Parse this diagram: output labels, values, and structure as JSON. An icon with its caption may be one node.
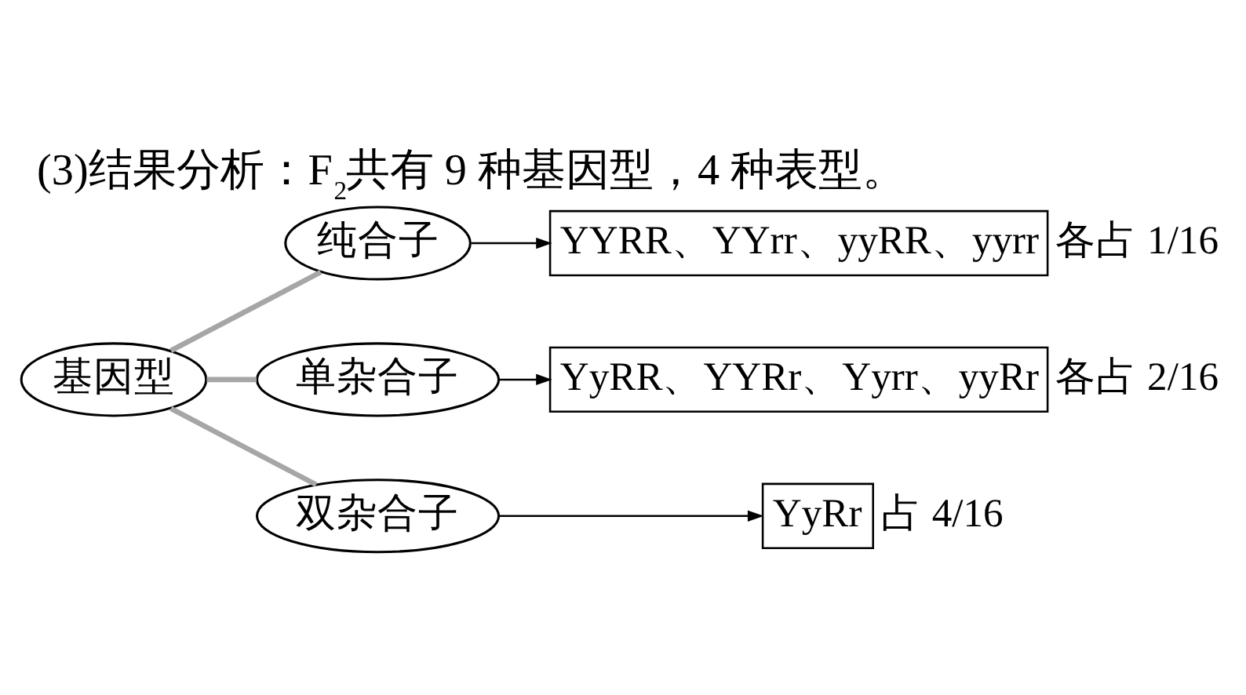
{
  "diagram": {
    "title": "(3)结果分析：F$_{2}$共有 9 种基因型，4 种表型。",
    "nodes": [
      {
        "text": [
          "基因型"
        ]
      },
      {
        "text": [
          "纯合子"
        ]
      },
      {
        "text": [
          "单杂合子"
        ]
      },
      {
        "text": [
          "双杂合子"
        ]
      },
      {
        "text": [
          "YYRR、YYrr、yyRR、yyrr"
        ],
        "beside": [
          "各占 1/16"
        ]
      },
      {
        "text": [
          "YyRR、YYRr、Yyrr、yyRr"
        ],
        "beside": [
          "各占 2/16"
        ]
      },
      {
        "text": [
          "YyRr"
        ],
        "beside": [
          "占 4/16"
        ]
      }
    ],
    "edges": [
      {
        "from": 0,
        "to": 1,
        "arrow": "none",
        "style": "thick",
        "color": "#a6a6a6"
      },
      {
        "from": 0,
        "to": 2,
        "arrow": "none",
        "style": "thick",
        "color": "#a6a6a6"
      },
      {
        "from": 0,
        "to": 3,
        "arrow": "none",
        "style": "thick",
        "color": "#a6a6a6"
      },
      {
        "from": 1,
        "to": 4,
        "arrow": "to",
        "color": "#000000"
      },
      {
        "from": 2,
        "to": 5,
        "arrow": "to",
        "color": "#000000"
      },
      {
        "from": 3,
        "to": 6,
        "arrow": "to",
        "color": "#000000"
      }
    ]
  }
}
